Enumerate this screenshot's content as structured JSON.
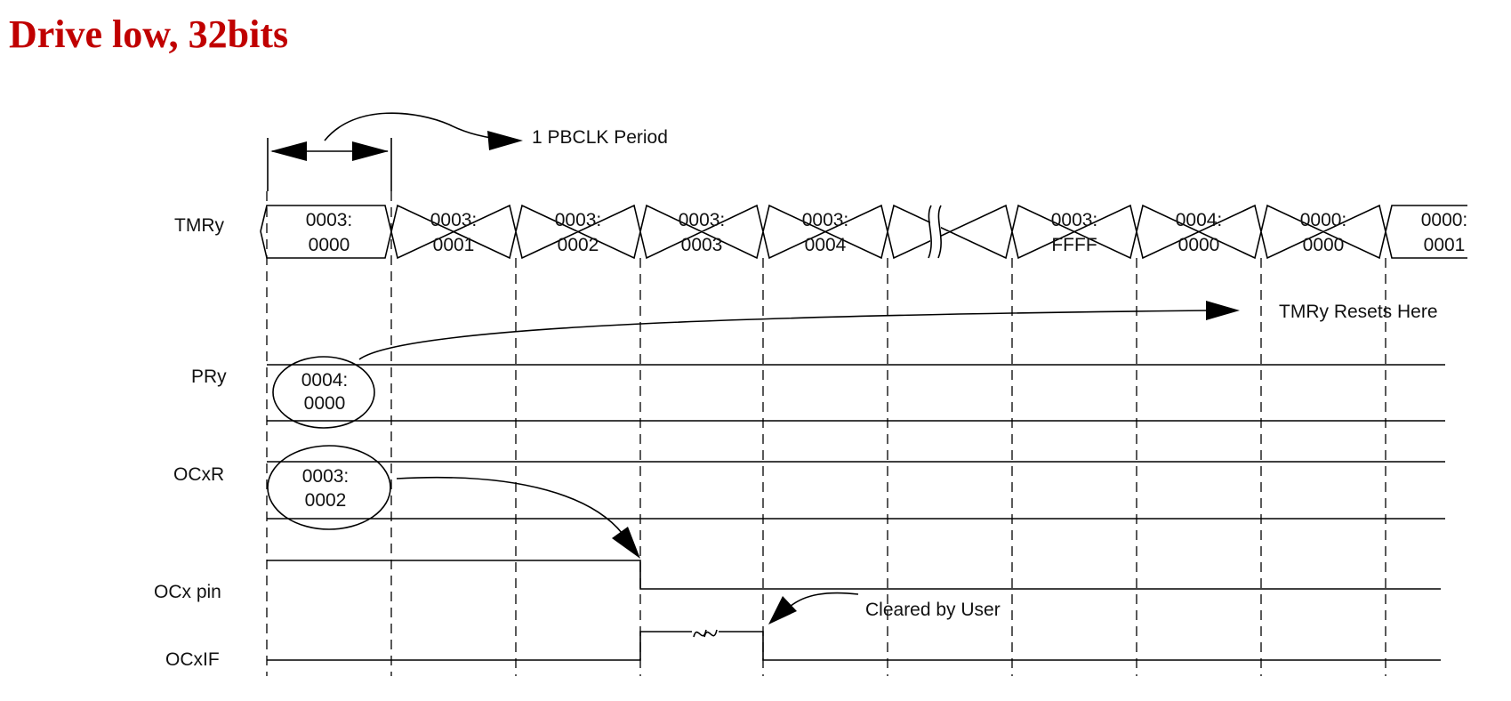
{
  "title": "Drive low, 32bits",
  "title_color": "#c00000",
  "diagram": {
    "pbclk_label": "1 PBCLK Period",
    "signals": {
      "tmry": "TMRy",
      "pry": "PRy",
      "ocxr": "OCxR",
      "ocx_pin": "OCx pin",
      "ocxif": "OCxIF"
    },
    "tmry_cells": [
      {
        "top": "0003:",
        "bottom": "0000"
      },
      {
        "top": "0003:",
        "bottom": "0001"
      },
      {
        "top": "0003:",
        "bottom": "0002"
      },
      {
        "top": "0003:",
        "bottom": "0003"
      },
      {
        "top": "0003:",
        "bottom": "0004"
      },
      {
        "top": "",
        "bottom": ""
      },
      {
        "top": "0003:",
        "bottom": "FFFF"
      },
      {
        "top": "0004:",
        "bottom": "0000"
      },
      {
        "top": "0000:",
        "bottom": "0000"
      },
      {
        "top": "0000:",
        "bottom": "0001"
      }
    ],
    "pry_value": {
      "top": "0004:",
      "bottom": "0000"
    },
    "ocxr_value": {
      "top": "0003:",
      "bottom": "0002"
    },
    "reset_label": "TMRy Resets Here",
    "cleared_label": "Cleared by User"
  }
}
